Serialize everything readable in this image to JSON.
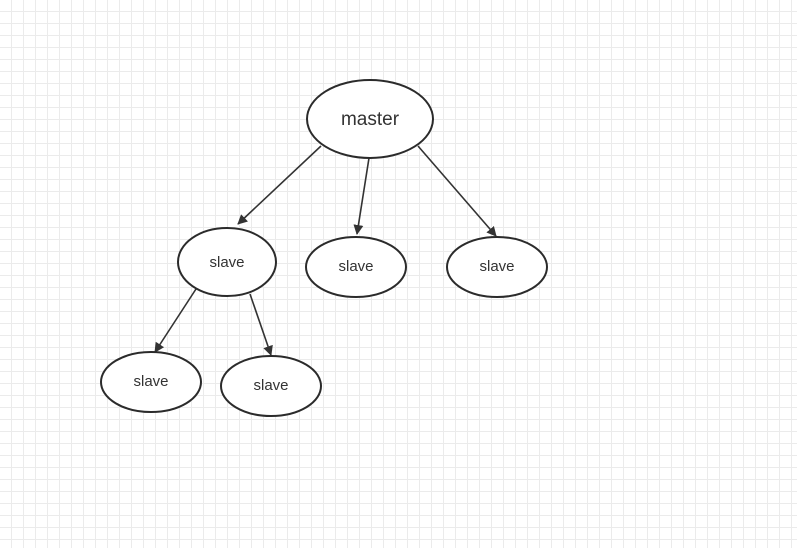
{
  "nodes": {
    "master": {
      "label": "master"
    },
    "slave_a": {
      "label": "slave"
    },
    "slave_b": {
      "label": "slave"
    },
    "slave_c": {
      "label": "slave"
    },
    "slave_a1": {
      "label": "slave"
    },
    "slave_a2": {
      "label": "slave"
    }
  },
  "edges": [
    {
      "from": "master",
      "to": "slave_a"
    },
    {
      "from": "master",
      "to": "slave_b"
    },
    {
      "from": "master",
      "to": "slave_c"
    },
    {
      "from": "slave_a",
      "to": "slave_a1"
    },
    {
      "from": "slave_a",
      "to": "slave_a2"
    }
  ],
  "colors": {
    "stroke": "#2b2b2b",
    "grid": "#ebebeb",
    "background": "#ffffff"
  }
}
